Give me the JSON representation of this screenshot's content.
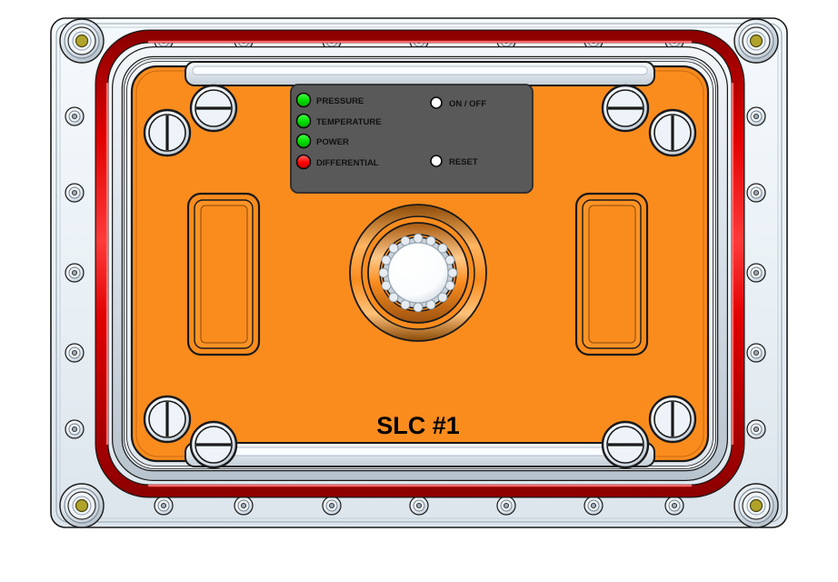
{
  "scene": {
    "title": "SLC #1",
    "view": "industrial enclosure door front face",
    "background_color": "#FFFFFF"
  },
  "faceplate": {
    "name": "orange faceplate",
    "color": "#FA8C1E",
    "edge_color": "#C96A10",
    "nameplate_text": "SLC #1",
    "nameplate_color": "#000000"
  },
  "frame": {
    "name": "outer mounting flange",
    "color": "#EEF4F8",
    "edge_color": "#8A99A6",
    "outline_color": "#1A1A1A",
    "top_bolt_count": 7,
    "bottom_bolt_count": 7,
    "side_bolt_count": 5,
    "corner_boss_count": 4,
    "corner_boss_center_color": "#B0A32A"
  },
  "gasket": {
    "name": "red sealing gasket",
    "color_dark": "#8E0000",
    "color_mid": "#E00000",
    "color_light": "#FF3A3A"
  },
  "inner_lip": {
    "name": "inner sealing lip",
    "color": "#D9E2EA",
    "edge_color": "#9AA8B4"
  },
  "control_panel": {
    "name": "control panel overlay",
    "background_color": "#595959",
    "border_color": "#2B2B2B",
    "indicators": [
      {
        "label": "PRESSURE",
        "color": "#00DD00",
        "state": "on",
        "kind": "led"
      },
      {
        "label": "TEMPERATURE",
        "color": "#00DD00",
        "state": "on",
        "kind": "led"
      },
      {
        "label": "POWER",
        "color": "#00DD00",
        "state": "on",
        "kind": "led"
      },
      {
        "label": "DIFFERENTIAL",
        "color": "#FF0000",
        "state": "alarm",
        "kind": "led"
      }
    ],
    "buttons": [
      {
        "label": "ON / OFF",
        "color": "#FFFFFF",
        "kind": "pushbutton"
      },
      {
        "label": "RESET",
        "color": "#FFFFFF",
        "kind": "pushbutton"
      }
    ],
    "label_color": "#111111"
  },
  "center_port": {
    "name": "central circular port",
    "cap_color": "#FFFFFF",
    "cap_edge_color": "#BFC7CE",
    "ring_count": 3,
    "knurl_count": 16
  },
  "pockets": [
    {
      "name": "left recessed pocket",
      "fill": "#FA8C1E"
    },
    {
      "name": "right recessed pocket",
      "fill": "#FA8C1E"
    }
  ],
  "latches": [
    {
      "name": "top-left latch",
      "slot": "vertical",
      "color": "#E8EEF4"
    },
    {
      "name": "top-left-inner latch",
      "slot": "horizontal",
      "color": "#E8EEF4"
    },
    {
      "name": "top-right-inner latch",
      "slot": "horizontal",
      "color": "#E8EEF4"
    },
    {
      "name": "top-right latch",
      "slot": "vertical",
      "color": "#E8EEF4"
    },
    {
      "name": "bottom-left latch",
      "slot": "vertical",
      "color": "#E8EEF4"
    },
    {
      "name": "bottom-left-inner latch",
      "slot": "horizontal",
      "color": "#E8EEF4"
    },
    {
      "name": "bottom-right-inner latch",
      "slot": "horizontal",
      "color": "#E8EEF4"
    },
    {
      "name": "bottom-right latch",
      "slot": "vertical",
      "color": "#E8EEF4"
    }
  ],
  "rails": [
    {
      "name": "top rail",
      "color": "#E4EAF0",
      "edge_color": "#9AA8B4"
    },
    {
      "name": "bottom rail",
      "color": "#E4EAF0",
      "edge_color": "#9AA8B4"
    }
  ]
}
